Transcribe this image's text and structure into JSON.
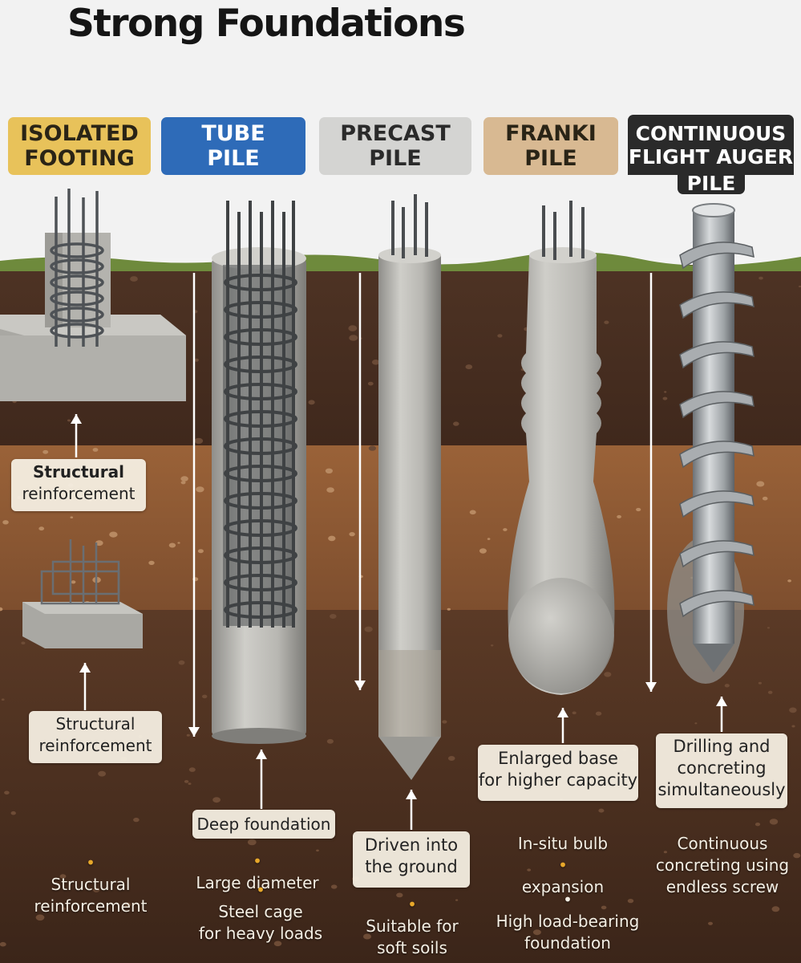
{
  "title": "Strong Foundations",
  "colors": {
    "isolated_badge": "#e8c25a",
    "tube_badge": "#2e6bb8",
    "precast_badge": "#d4d4d2",
    "franki_badge": "#d8b992",
    "cfa_badge": "#2a2a2a",
    "topsoil": "#4a3022",
    "subsoil": "#8e5a34",
    "concrete": "#b9b8b3",
    "steel": "#5a5e62",
    "bullet": "#e8a82a"
  },
  "badges": {
    "isolated": [
      "ISOLATED",
      "FOOTING"
    ],
    "tube": [
      "TUBE",
      "PILE"
    ],
    "precast": [
      "PRECAST",
      "PILE"
    ],
    "franki": [
      "FRANKI",
      "PILE"
    ],
    "cfa": [
      "CONTINUOUS",
      "FLIGHT AUGER",
      "PILE"
    ]
  },
  "callouts": {
    "structural_1": [
      "Structural",
      "reinforcement"
    ],
    "structural_2": [
      "Structural",
      "reinforcement"
    ],
    "deep_foundation": "Deep foundation",
    "driven": [
      "Driven into",
      "the ground"
    ],
    "enlarged": [
      "Enlarged base",
      "for higher capacity"
    ],
    "drilling": [
      "Drilling and",
      "concreting",
      "simultaneously"
    ]
  },
  "notes": {
    "isolated": [
      "Structural",
      "reinforcement"
    ],
    "tube_1": "Large diameter",
    "tube_2": [
      "Steel cage",
      "for heavy loads"
    ],
    "precast": [
      "Suitable for",
      "soft soils"
    ],
    "franki_1": [
      "In-situ bulb",
      "expansion"
    ],
    "franki_2": [
      "High load-bearing",
      "foundation"
    ],
    "cfa": [
      "Continuous",
      "concreting using",
      "endless screw"
    ]
  },
  "icons": [
    "arrow-up-icon",
    "arrow-down-icon",
    "bullet-dot-icon"
  ]
}
